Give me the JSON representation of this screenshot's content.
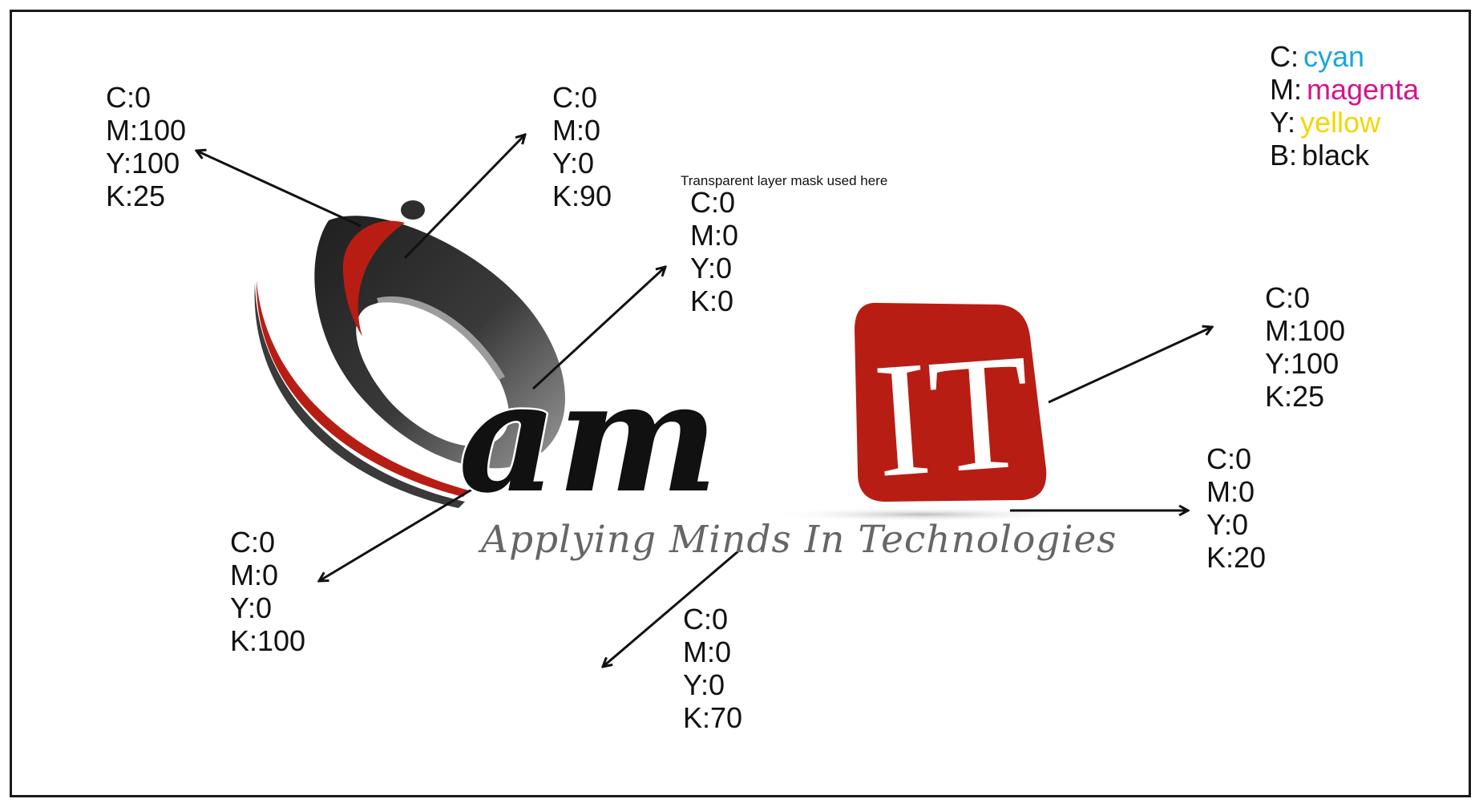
{
  "legend": {
    "items": [
      {
        "key": "C:",
        "name": "cyan",
        "color": "#1aa6d8"
      },
      {
        "key": "M:",
        "name": "magenta",
        "color": "#d4148c"
      },
      {
        "key": "Y:",
        "name": "yellow",
        "color": "#f2d600"
      },
      {
        "key": "B:",
        "name": "black",
        "color": "#111111"
      }
    ]
  },
  "note": "Transparent layer mask used here",
  "logo": {
    "wordmark": "am",
    "badge": "IT",
    "tagline": "Applying Minds In Technologies",
    "colors": {
      "red": "#b81d14",
      "dark": "#2e2e2e",
      "black": "#111111",
      "gray70": "#666666",
      "gray20": "#cccccc"
    }
  },
  "callouts": [
    {
      "id": "top-left",
      "lines": [
        "C:0",
        "M:100",
        "Y:100",
        "K:25"
      ]
    },
    {
      "id": "top-center",
      "lines": [
        "C:0",
        "M:0",
        "Y:0",
        "K:90"
      ]
    },
    {
      "id": "mask",
      "lines": [
        "C:0",
        "M:0",
        "Y:0",
        "K:0"
      ]
    },
    {
      "id": "right-upper",
      "lines": [
        "C:0",
        "M:100",
        "Y:100",
        "K:25"
      ]
    },
    {
      "id": "right-lower",
      "lines": [
        "C:0",
        "M:0",
        "Y:0",
        "K:20"
      ]
    },
    {
      "id": "bottom-left",
      "lines": [
        "C:0",
        "M:0",
        "Y:0",
        "K:100"
      ]
    },
    {
      "id": "bottom-center",
      "lines": [
        "C:0",
        "M:0",
        "Y:0",
        "K:70"
      ]
    }
  ]
}
